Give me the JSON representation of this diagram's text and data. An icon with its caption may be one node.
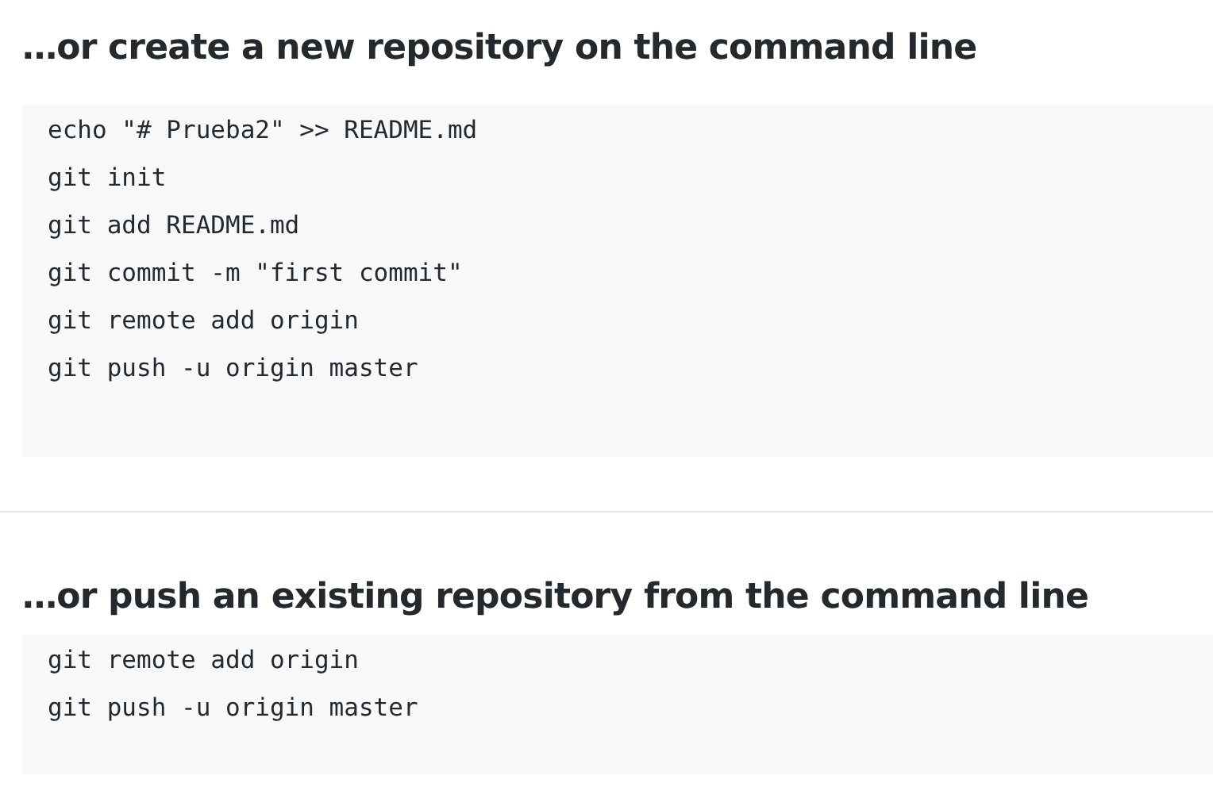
{
  "diagram": {
    "labels": [
      "…or create a new repository on the command line",
      "echo \"# Prueba2\" >> README.md",
      "git init",
      "git add README.md",
      "git commit -m \"first commit\"",
      "git remote add origin",
      "git push -u origin master",
      "…or push an existing repository from the command line",
      "git remote add origin",
      "git push -u origin master"
    ]
  }
}
